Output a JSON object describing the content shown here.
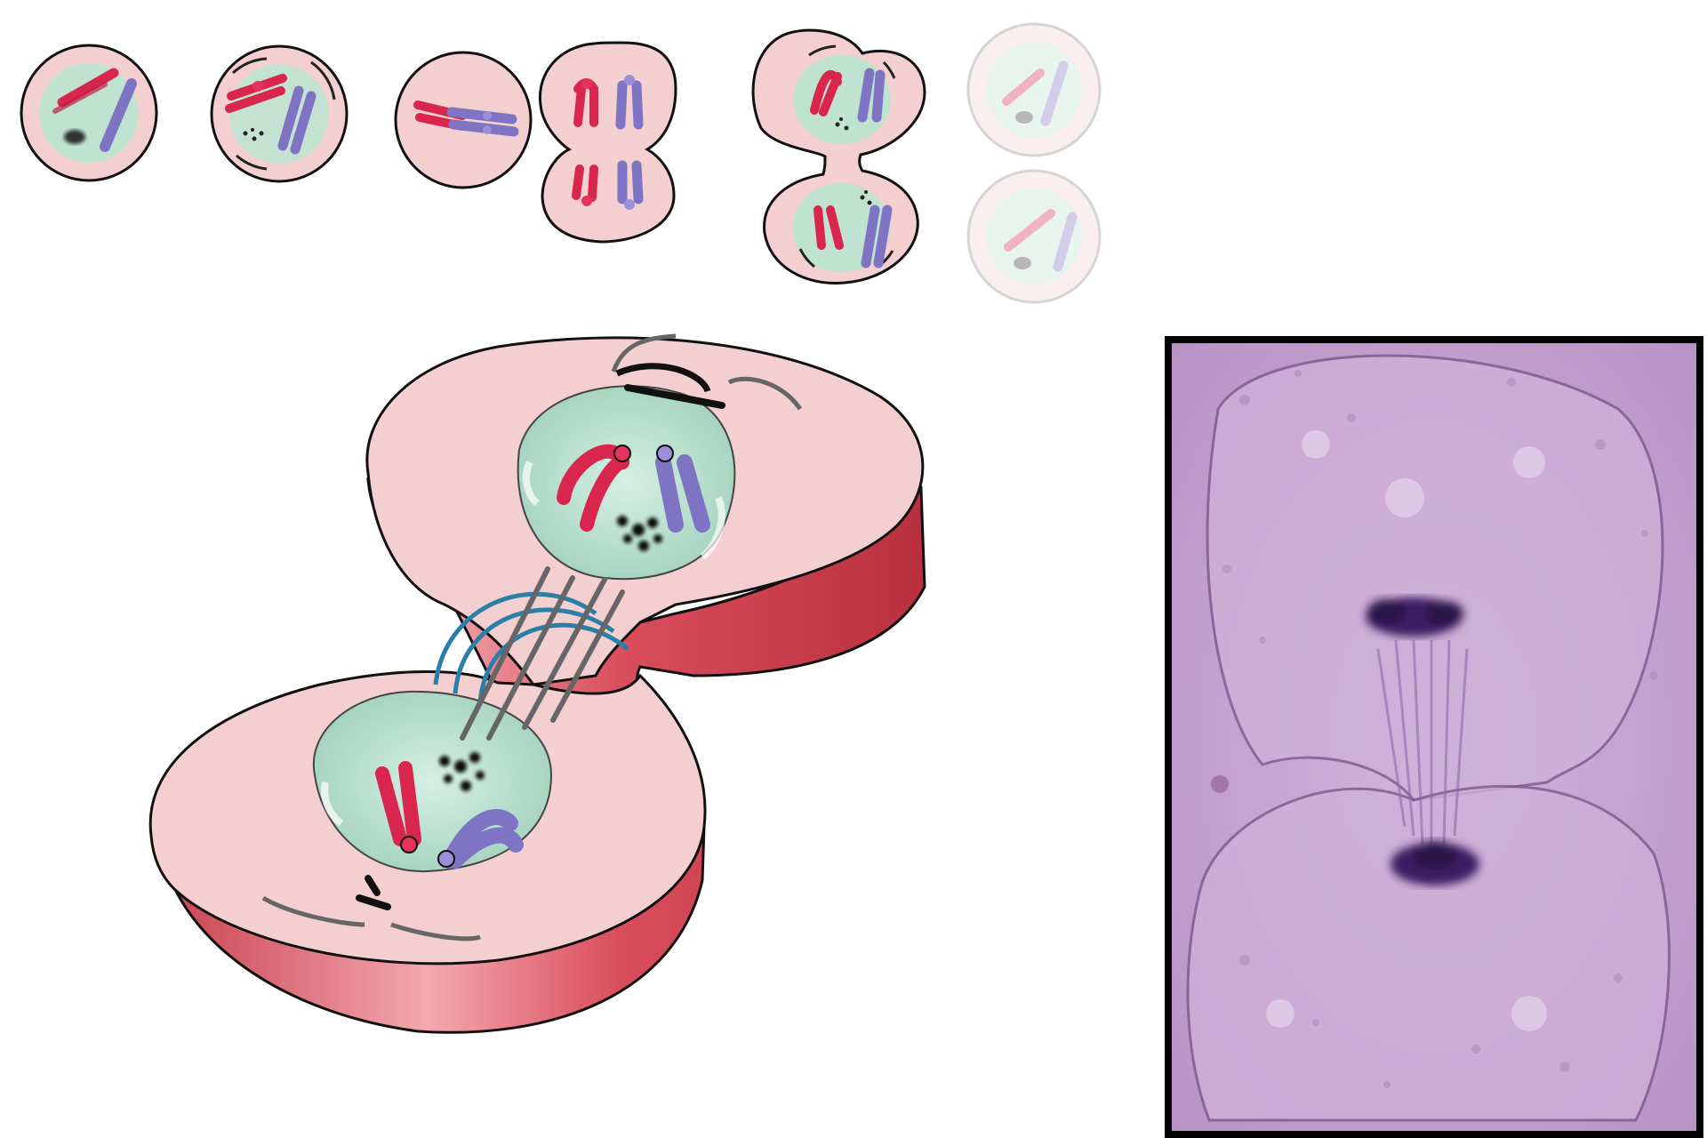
{
  "figure": {
    "stage_sequence": [
      {
        "id": "stage-1",
        "state": "interphase-like",
        "faded": false
      },
      {
        "id": "stage-2",
        "state": "prophase-like",
        "faded": false
      },
      {
        "id": "stage-3",
        "state": "metaphase-like",
        "faded": false
      },
      {
        "id": "stage-4",
        "state": "anaphase-like",
        "faded": false
      },
      {
        "id": "stage-5",
        "state": "telophase-like",
        "faded": false
      },
      {
        "id": "stage-6",
        "state": "daughter-cells",
        "faded": true
      }
    ],
    "highlighted_stage": "stage-5"
  },
  "colors": {
    "cytoplasm": "#f4cfcf",
    "cytoplasm_wall": "#d8505c",
    "nucleus": "#bfe3d0",
    "chromosome_red": "#d9264f",
    "chromosome_purple": "#7f74c4",
    "spindle": "#2a7fa8",
    "micrograph_bg": "#c9a6d2",
    "micrograph_chromatin": "#3c1f63"
  }
}
